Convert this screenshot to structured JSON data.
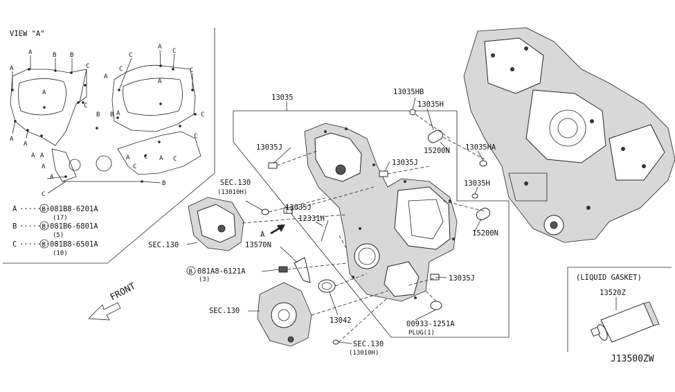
{
  "view_a": {
    "title": "VIEW \"A\"",
    "legend": [
      {
        "letter": "A",
        "part": "081B8-6201A",
        "qty": "(17)"
      },
      {
        "letter": "B",
        "part": "081B6-6801A",
        "qty": "(5)"
      },
      {
        "letter": "C",
        "part": "081B8-6501A",
        "qty": "(10)"
      }
    ]
  },
  "callouts": {
    "p13035": "13035",
    "p13035HB": "13035HB",
    "p13035H_top": "13035H",
    "p13035J_left": "13035J",
    "p15200N_top": "15200N",
    "p13035HA": "13035HA",
    "p13035J_mid": "13035J",
    "sec130_top": "SEC.130",
    "sec130_top_sub": "(13010H)",
    "p13035J_low": "13035J",
    "p13035H_right": "13035H",
    "p12331H": "12331H",
    "view_marker": "A",
    "p15200N_right": "15200N",
    "sec130_left": "SEC.130",
    "p13570N": "13570N",
    "bolt_part": "081A8-6121A",
    "bolt_qty": "(3)",
    "p13035J_right": "13035J",
    "sec130_bottom_left": "SEC.130",
    "p13042": "13042",
    "plug_part": "00933-1251A",
    "plug_label": "PLUG(1)",
    "sec130_bottom": "SEC.130",
    "sec130_bottom_sub": "(13010H)",
    "front": "FRONT"
  },
  "liquid_gasket": {
    "title": "(LIQUID GASKET)",
    "part": "13520Z"
  },
  "diagram_code": "J13500ZW"
}
